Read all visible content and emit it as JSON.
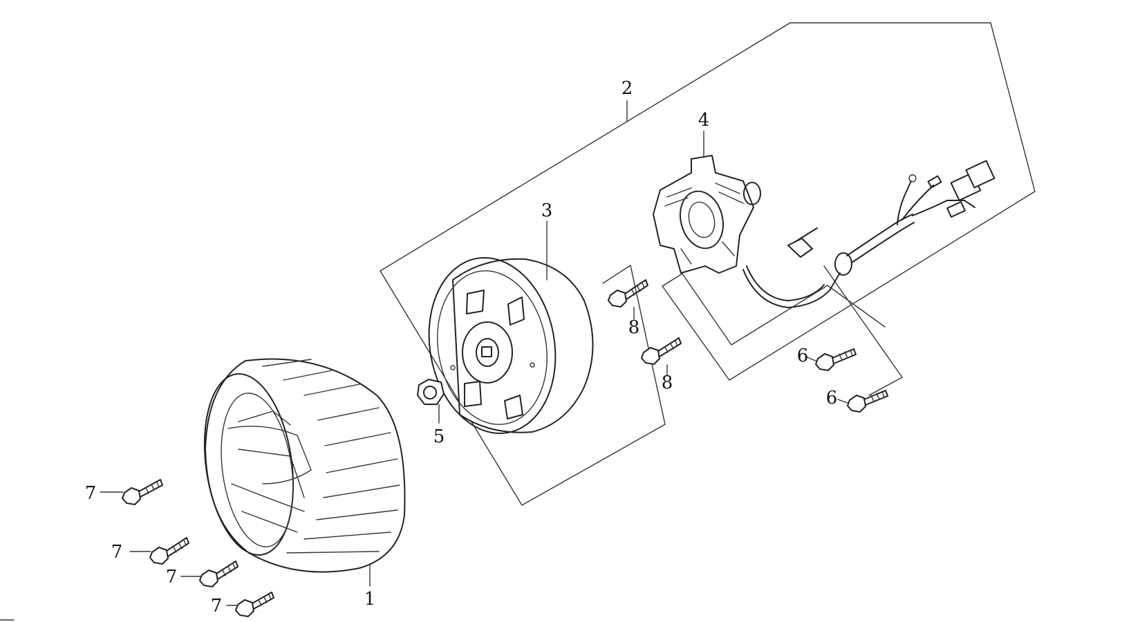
{
  "diagram": {
    "callouts": {
      "c1": "1",
      "c2": "2",
      "c3": "3",
      "c4": "4",
      "c5": "5",
      "c6a": "6",
      "c6b": "6",
      "c7a": "7",
      "c7b": "7",
      "c7c": "7",
      "c7d": "7",
      "c8a": "8",
      "c8b": "8"
    }
  }
}
